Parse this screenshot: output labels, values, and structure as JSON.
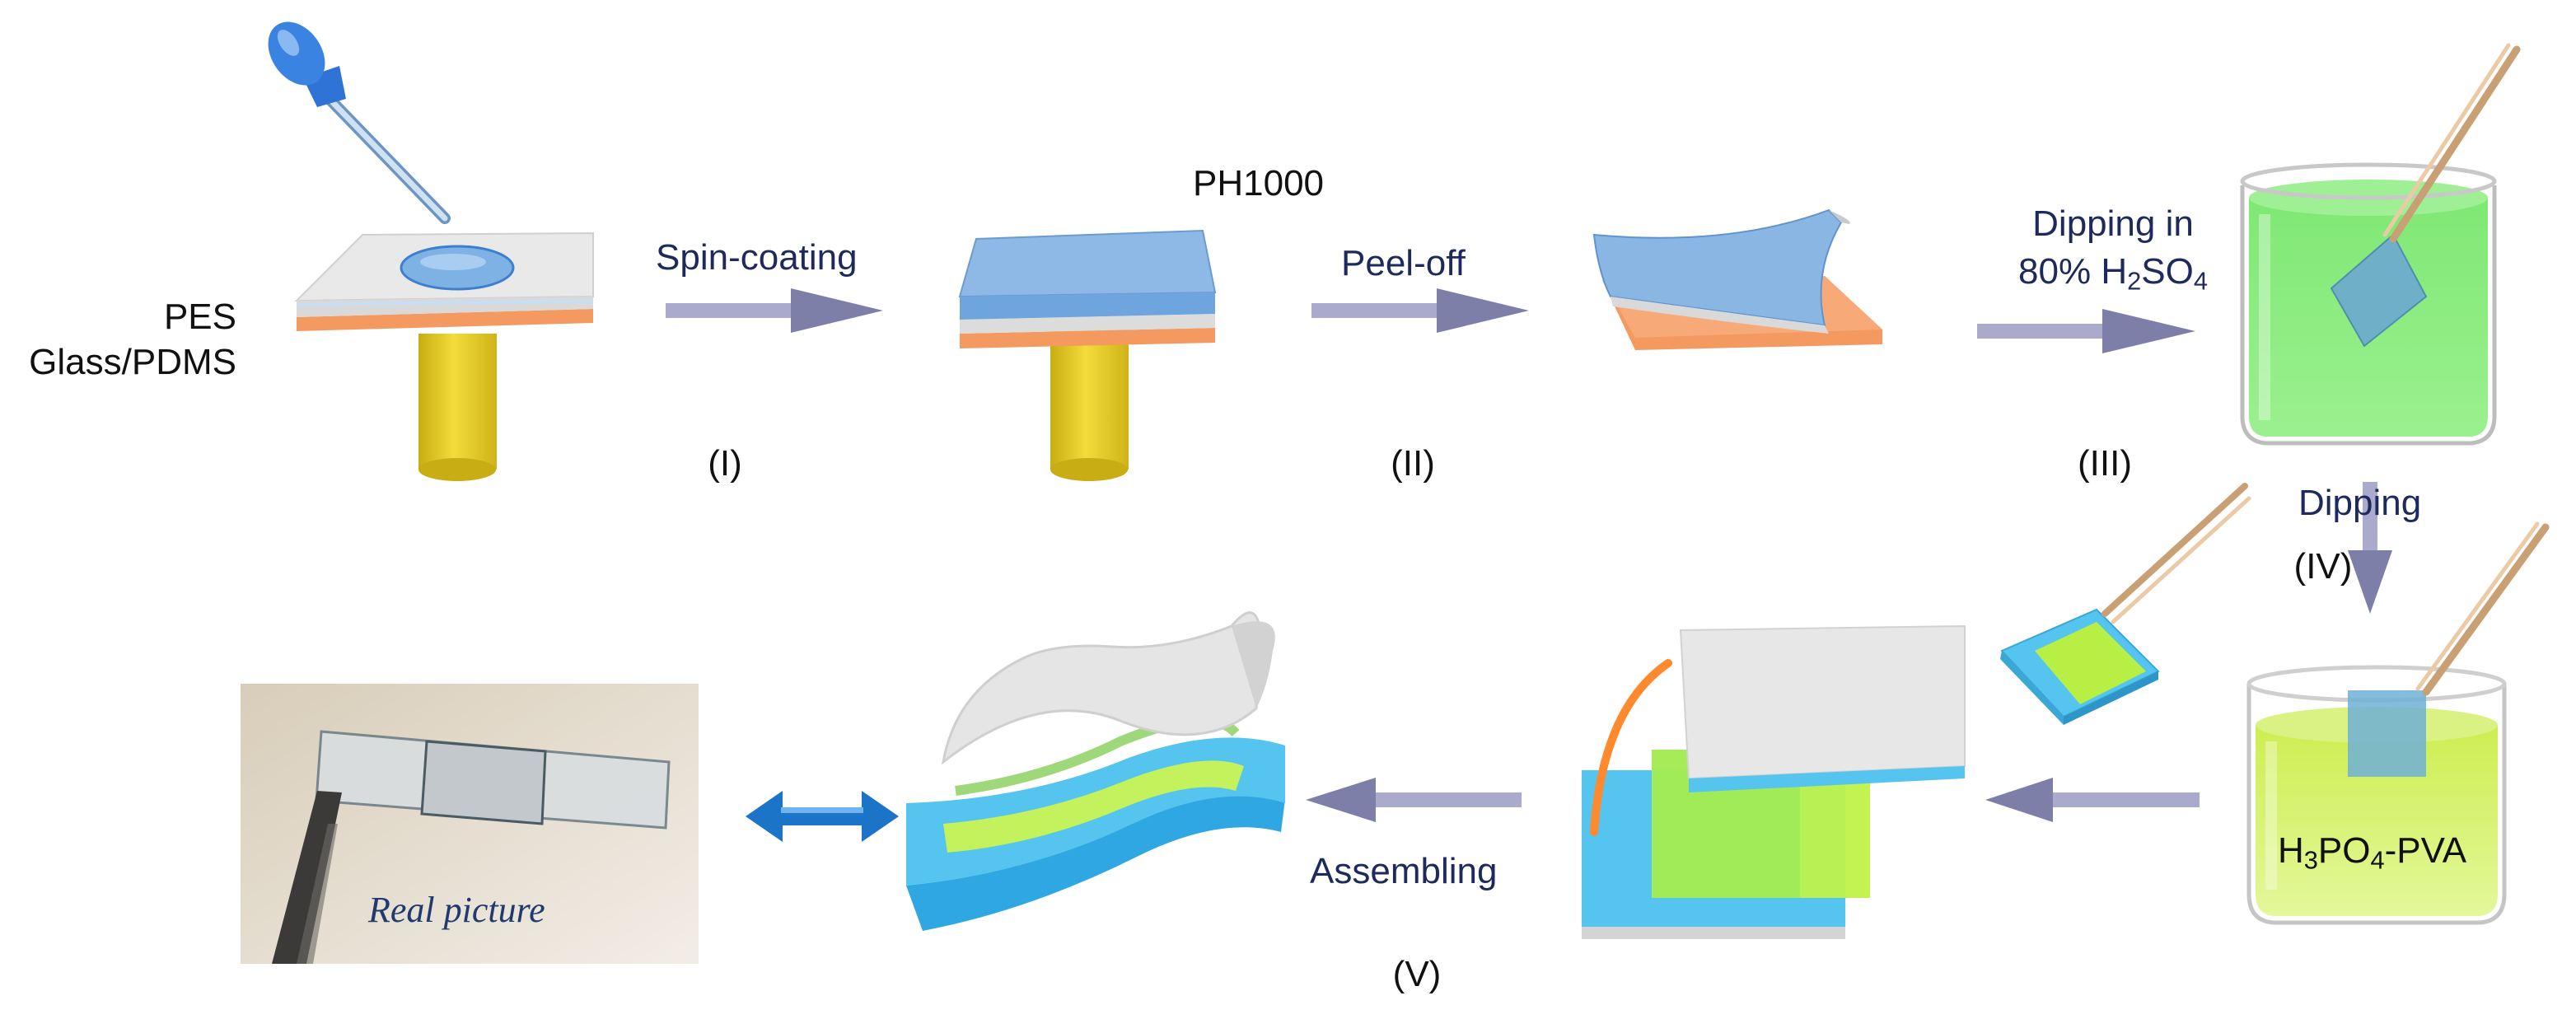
{
  "colors": {
    "arrow": "#7d7fa9",
    "pedestal": "#e8cf2a",
    "pdms": "#f4995f",
    "glass": "#e3e3e3",
    "pedot": "#7fb2e4",
    "acid_bath": "#86ea7c",
    "electrolyte_bath": "#d6f268",
    "electrolyte_film": "#c8f24a",
    "film_blue": "#55c4ee",
    "double_arrow": "#1b74c7",
    "dropper": "#2f73d6",
    "tweezers": "#d9b38c",
    "lead": "#ff8a2e"
  },
  "labels": {
    "pes": "PES",
    "glass_pdms": "Glass/PDMS",
    "ph1000": "PH1000",
    "spin_coating": "Spin-coating",
    "peel_off": "Peel-off",
    "dipping_in": "Dipping in",
    "acid_conc": "80% H",
    "acid_h_sub": "2",
    "acid_so": "SO",
    "acid_o_sub": "4",
    "dipping": "Dipping",
    "electrolyte_h": "H",
    "electrolyte_h_sub": "3",
    "electrolyte_po": "PO",
    "electrolyte_o_sub": "4",
    "electrolyte_rest": "-PVA",
    "assembling": "Assembling",
    "real_picture": "Real picture"
  },
  "steps": [
    "(I)",
    "(II)",
    "(III)",
    "(IV)",
    "(V)"
  ],
  "icons": [
    "dropper-icon",
    "tweezers-icon",
    "double-arrow-icon"
  ]
}
